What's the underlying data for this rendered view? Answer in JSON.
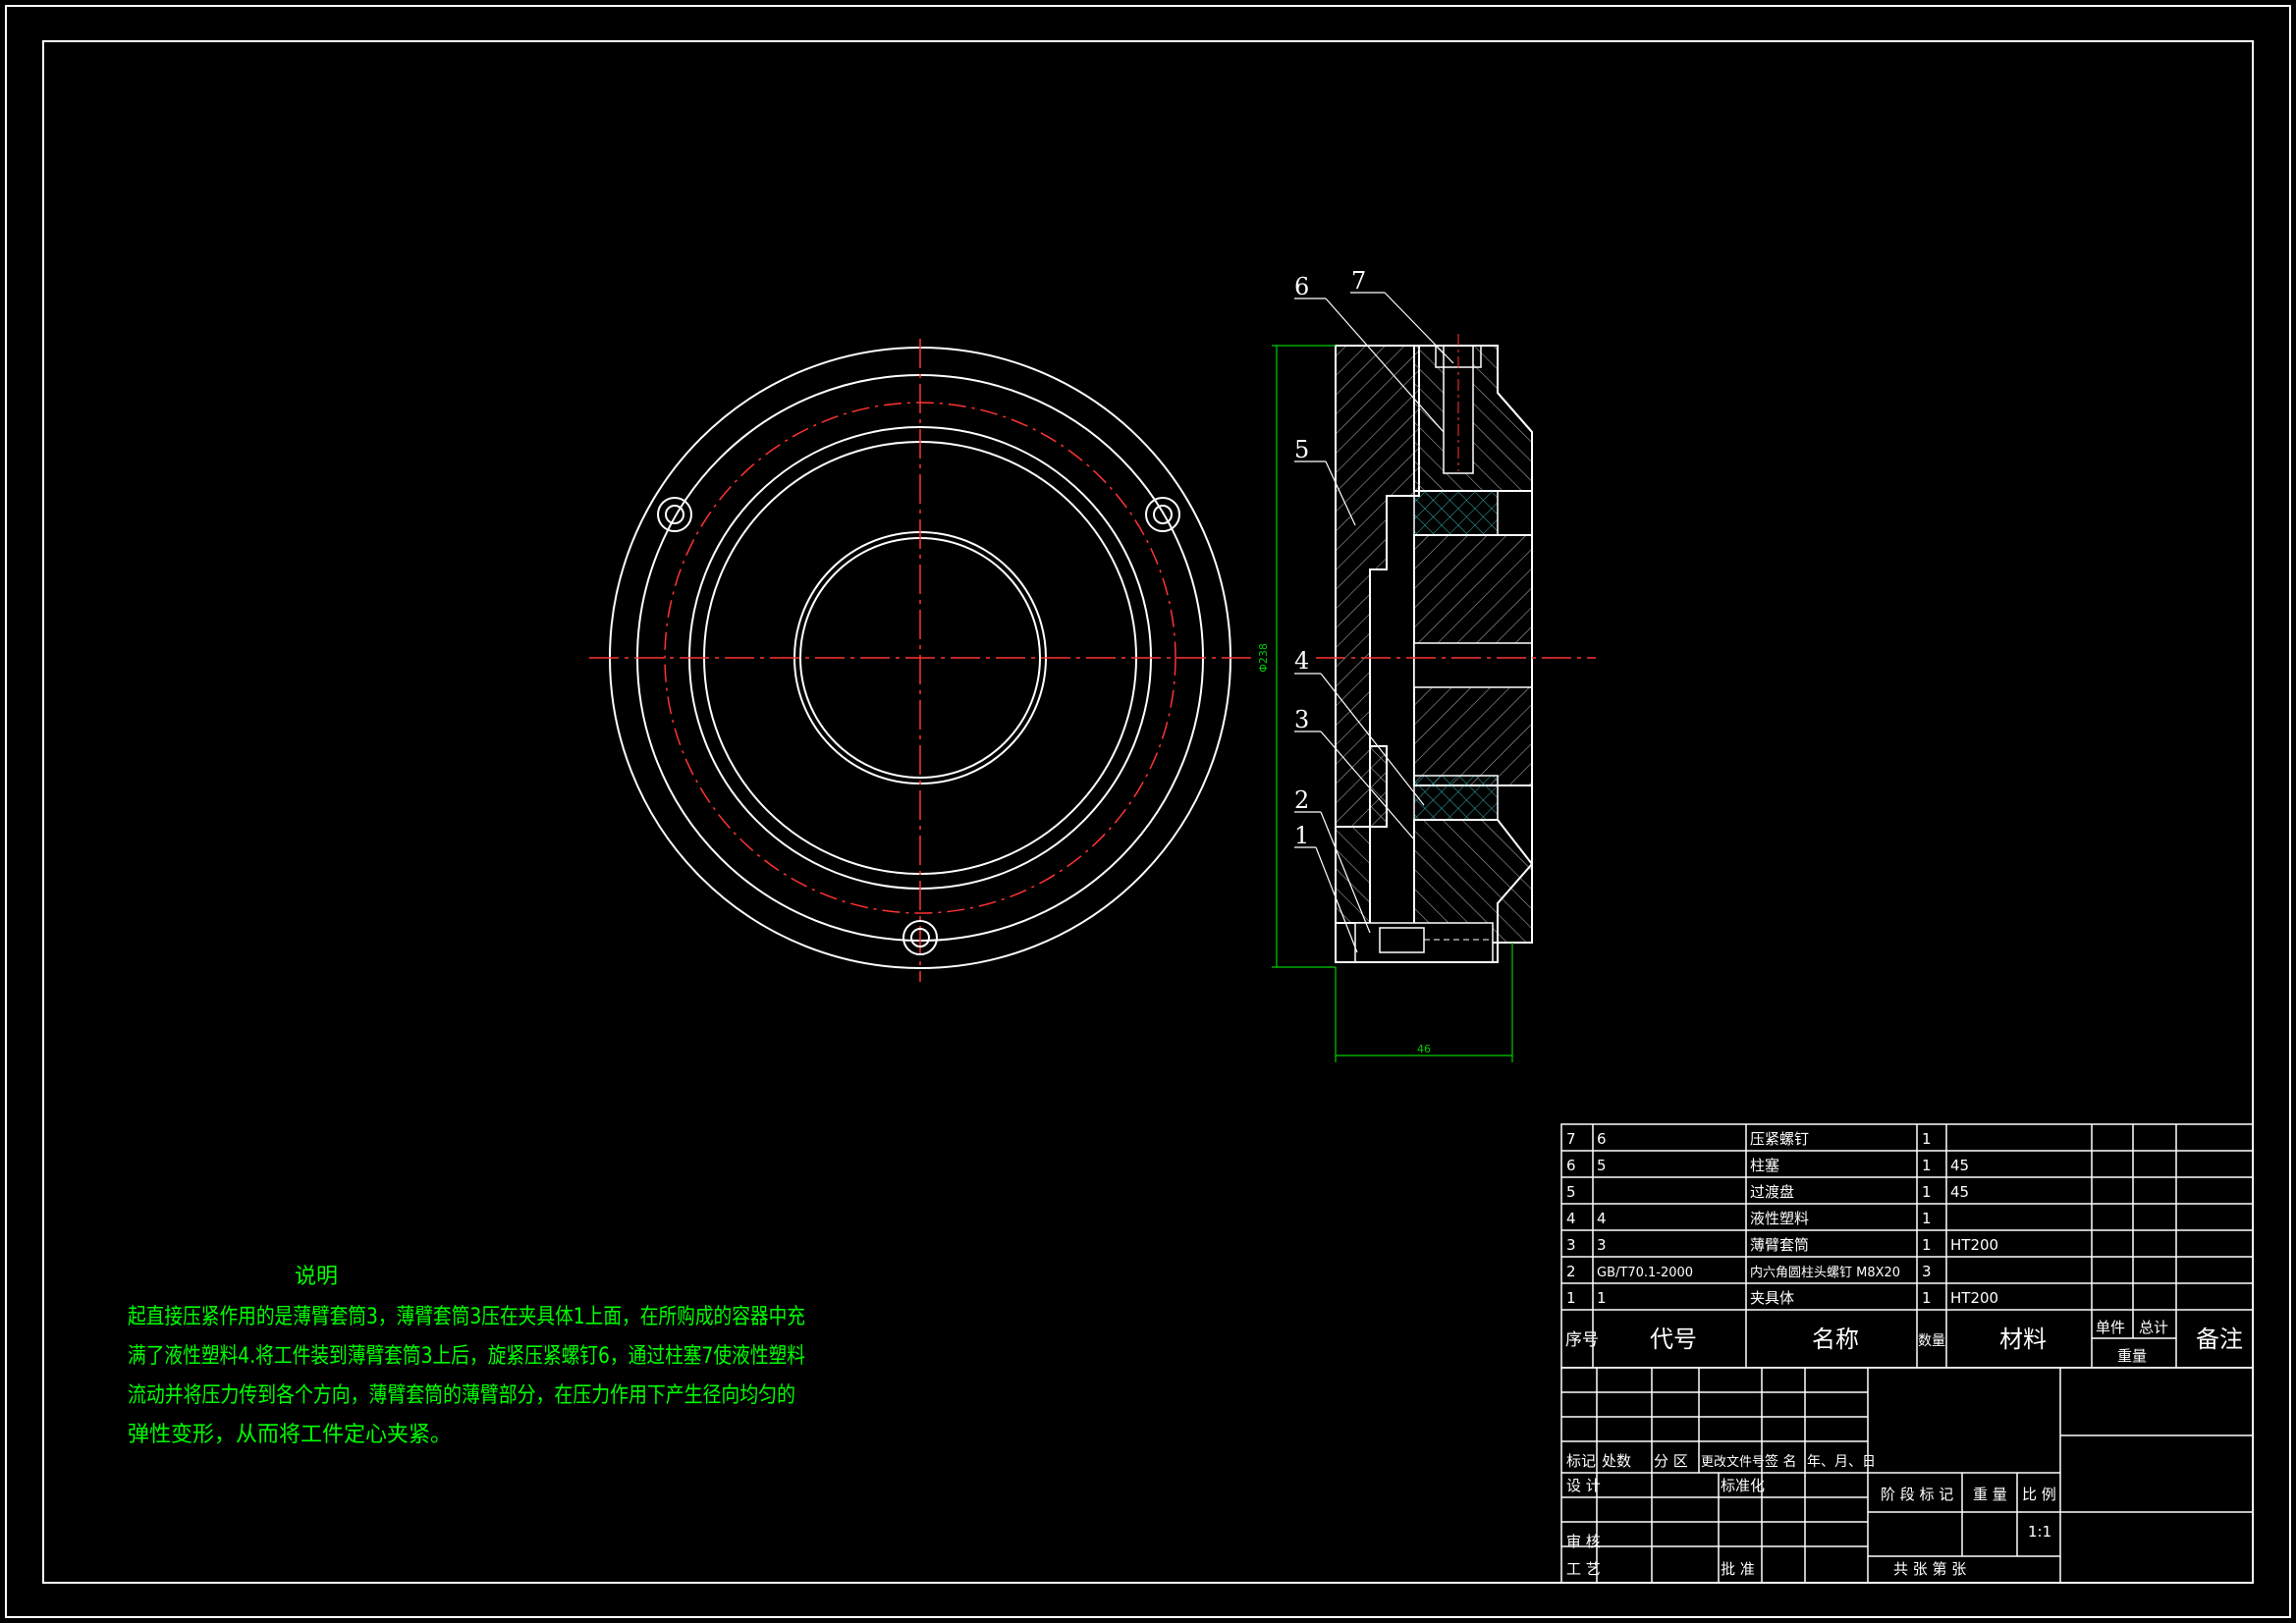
{
  "notes": {
    "heading": "说明",
    "lines": [
      "起直接压紧作用的是薄臂套筒3，薄臂套筒3压在夹具体1上面，在所购成的容器中充",
      "满了液性塑料4.将工件装到薄臂套筒3上后，旋紧压紧螺钉6，通过柱塞7使液性塑料",
      "流动并将压力传到各个方向，薄臂套筒的薄臂部分，在压力作用下产生径向均匀的",
      "弹性变形，从而将工件定心夹紧。"
    ]
  },
  "balloons": [
    "6",
    "7",
    "5",
    "4",
    "3",
    "2",
    "1"
  ],
  "dimensions": {
    "vertical": "Φ238",
    "horizontal": "46"
  },
  "bom": {
    "rows": [
      {
        "no": "7",
        "code": "6",
        "name": "压紧螺钉",
        "qty": "1",
        "material": ""
      },
      {
        "no": "6",
        "code": "5",
        "name": "柱塞",
        "qty": "1",
        "material": "45"
      },
      {
        "no": "5",
        "code": "",
        "name": "过渡盘",
        "qty": "1",
        "material": "45"
      },
      {
        "no": "4",
        "code": "4",
        "name": "液性塑料",
        "qty": "1",
        "material": ""
      },
      {
        "no": "3",
        "code": "3",
        "name": "薄臂套筒",
        "qty": "1",
        "material": "HT200"
      },
      {
        "no": "2",
        "code": "GB/T70.1-2000",
        "name": "内六角圆柱头螺钉 M8X20",
        "qty": "3",
        "material": ""
      },
      {
        "no": "1",
        "code": "1",
        "name": "夹具体",
        "qty": "1",
        "material": "HT200"
      }
    ],
    "header": {
      "no": "序号",
      "code": "代号",
      "name": "名称",
      "qty": "数量",
      "material": "材料",
      "single": "单件",
      "total": "总计",
      "weight": "重量",
      "remark": "备注"
    }
  },
  "title_block": {
    "mark": "标记",
    "count": "处数",
    "zone": "分 区",
    "change_doc": "更改文件号",
    "sign": "签 名",
    "date": "年、月、日",
    "design": "设 计",
    "standard": "标准化",
    "review": "审 核",
    "process": "工 艺",
    "approve": "批 准",
    "stage_mark": "阶 段 标 记",
    "weight": "重 量",
    "scale": "比 例",
    "scale_value": "1:1",
    "sheets": "共   张   第   张"
  },
  "colors": {
    "background": "#000000",
    "line": "#ffffff",
    "center": "#ff0000",
    "dim": "#00cc00",
    "text": "#00ff00",
    "hatch": "#b0b0b0"
  }
}
